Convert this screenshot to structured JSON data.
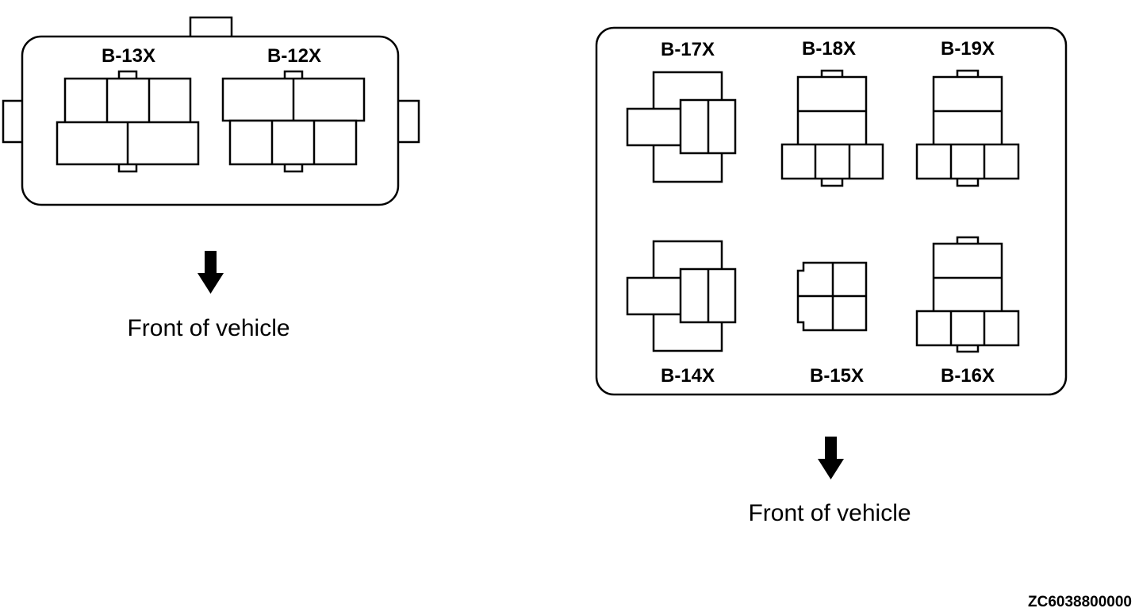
{
  "left_panel": {
    "labels": {
      "b13x": "B-13X",
      "b12x": "B-12X"
    },
    "front_text": "Front of vehicle"
  },
  "right_panel": {
    "labels": {
      "b17x": "B-17X",
      "b18x": "B-18X",
      "b19x": "B-19X",
      "b14x": "B-14X",
      "b15x": "B-15X",
      "b16x": "B-16X"
    },
    "front_text": "Front of vehicle"
  },
  "figure_code": "ZC6038800000",
  "colors": {
    "stroke": "#000000",
    "background": "#ffffff"
  },
  "icons": {
    "direction": "down-arrow-icon"
  }
}
